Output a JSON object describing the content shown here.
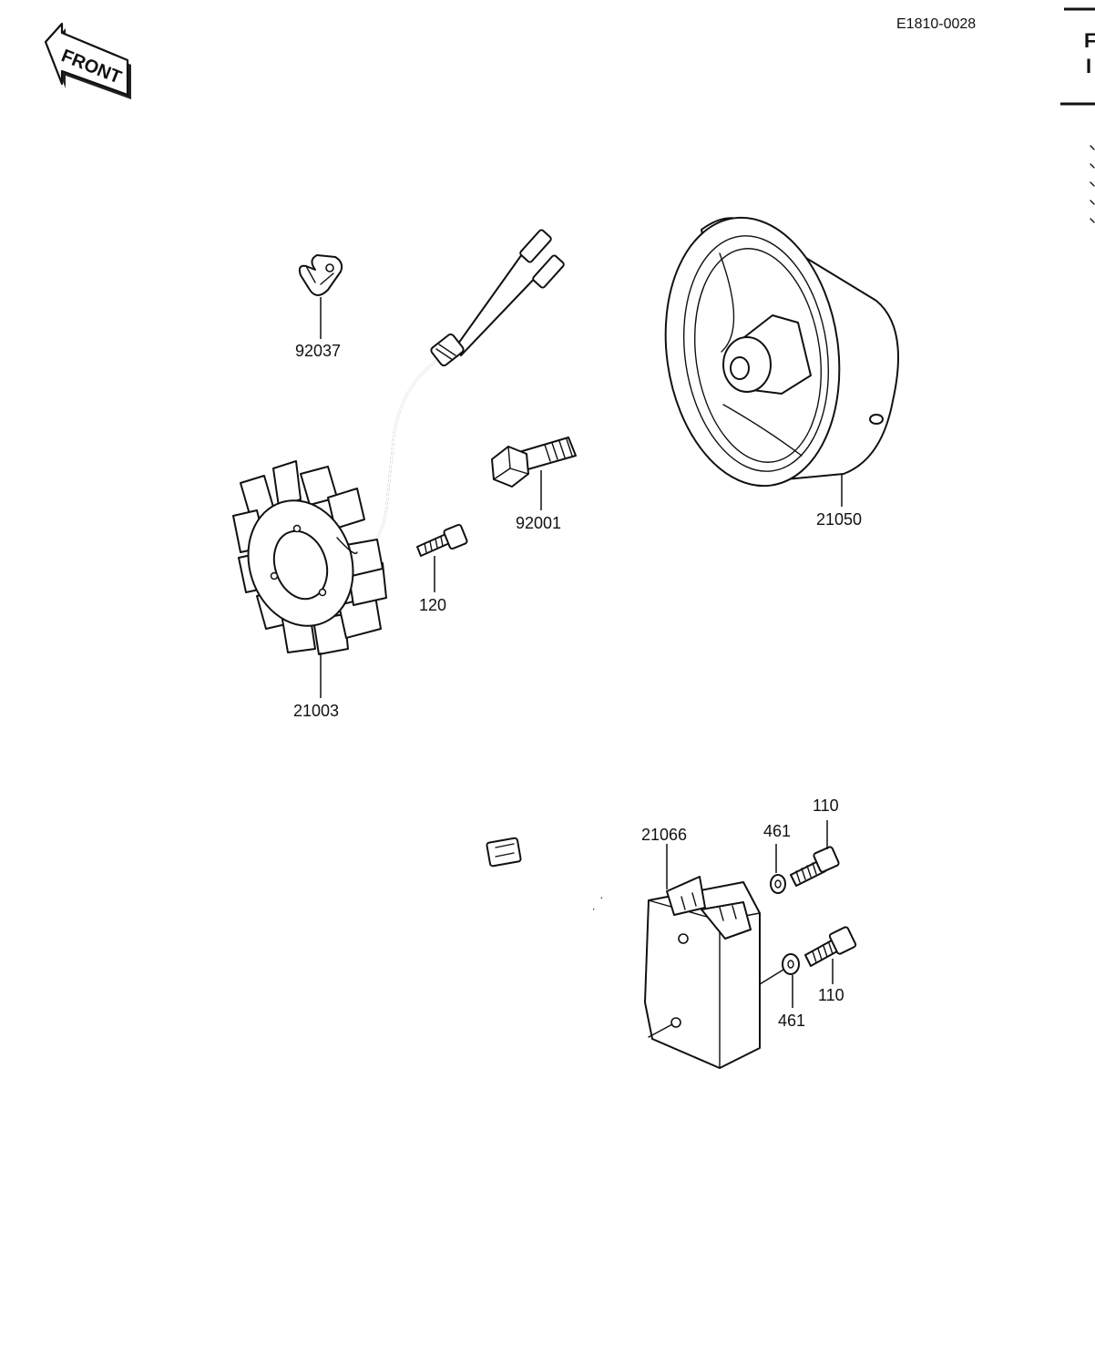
{
  "document_code": "E1810-0028",
  "front_label": "FRONT",
  "edge_labels": [
    "F",
    "I"
  ],
  "parts": {
    "clamp": "92037",
    "stator": "21003",
    "stator_screw": "120",
    "flywheel_bolt": "92001",
    "flywheel": "21050",
    "regulator": "21066",
    "washer_upper": "461",
    "washer_lower": "461",
    "bolt_upper": "110",
    "bolt_lower": "110"
  }
}
